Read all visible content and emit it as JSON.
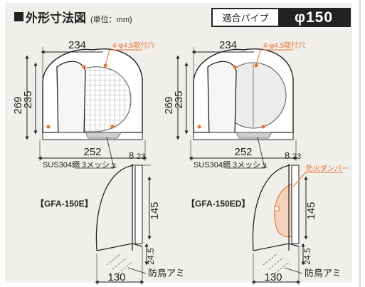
{
  "header": {
    "title": "外形寸法図",
    "unit": "(単位：mm)",
    "pipe_label": "適合パイプ",
    "pipe_value": "φ150"
  },
  "colors": {
    "accent": "#e8702a",
    "line": "#222222",
    "panel": "#f0efeb",
    "damper_fill": "#f5b99a"
  },
  "top_left": {
    "width": "234",
    "height_outer": "269",
    "height_inner": "235",
    "base_width": "252",
    "hole_callout": "4-φ4.5取付穴",
    "mesh_callout": "SUS304網 3メッシュ"
  },
  "top_right": {
    "width": "234",
    "height_outer": "269",
    "height_inner": "235",
    "base_width": "252",
    "hole_callout": "4-φ4.5取付穴",
    "mesh_callout": "SUS304網 3メッシュ"
  },
  "bottom_left": {
    "model": "【GFA-150E】",
    "dim_flange": "8",
    "dim_top": "23",
    "dim_duct": "145",
    "dim_lip": "24.5",
    "dim_depth": "130",
    "bird_net": "防鳥アミ"
  },
  "bottom_right": {
    "model": "【GFA-150ED】",
    "dim_flange": "8",
    "dim_top": "23",
    "dim_duct": "145",
    "dim_lip": "24.5",
    "dim_depth": "130",
    "bird_net": "防鳥アミ",
    "damper": "防火ダンパー"
  }
}
